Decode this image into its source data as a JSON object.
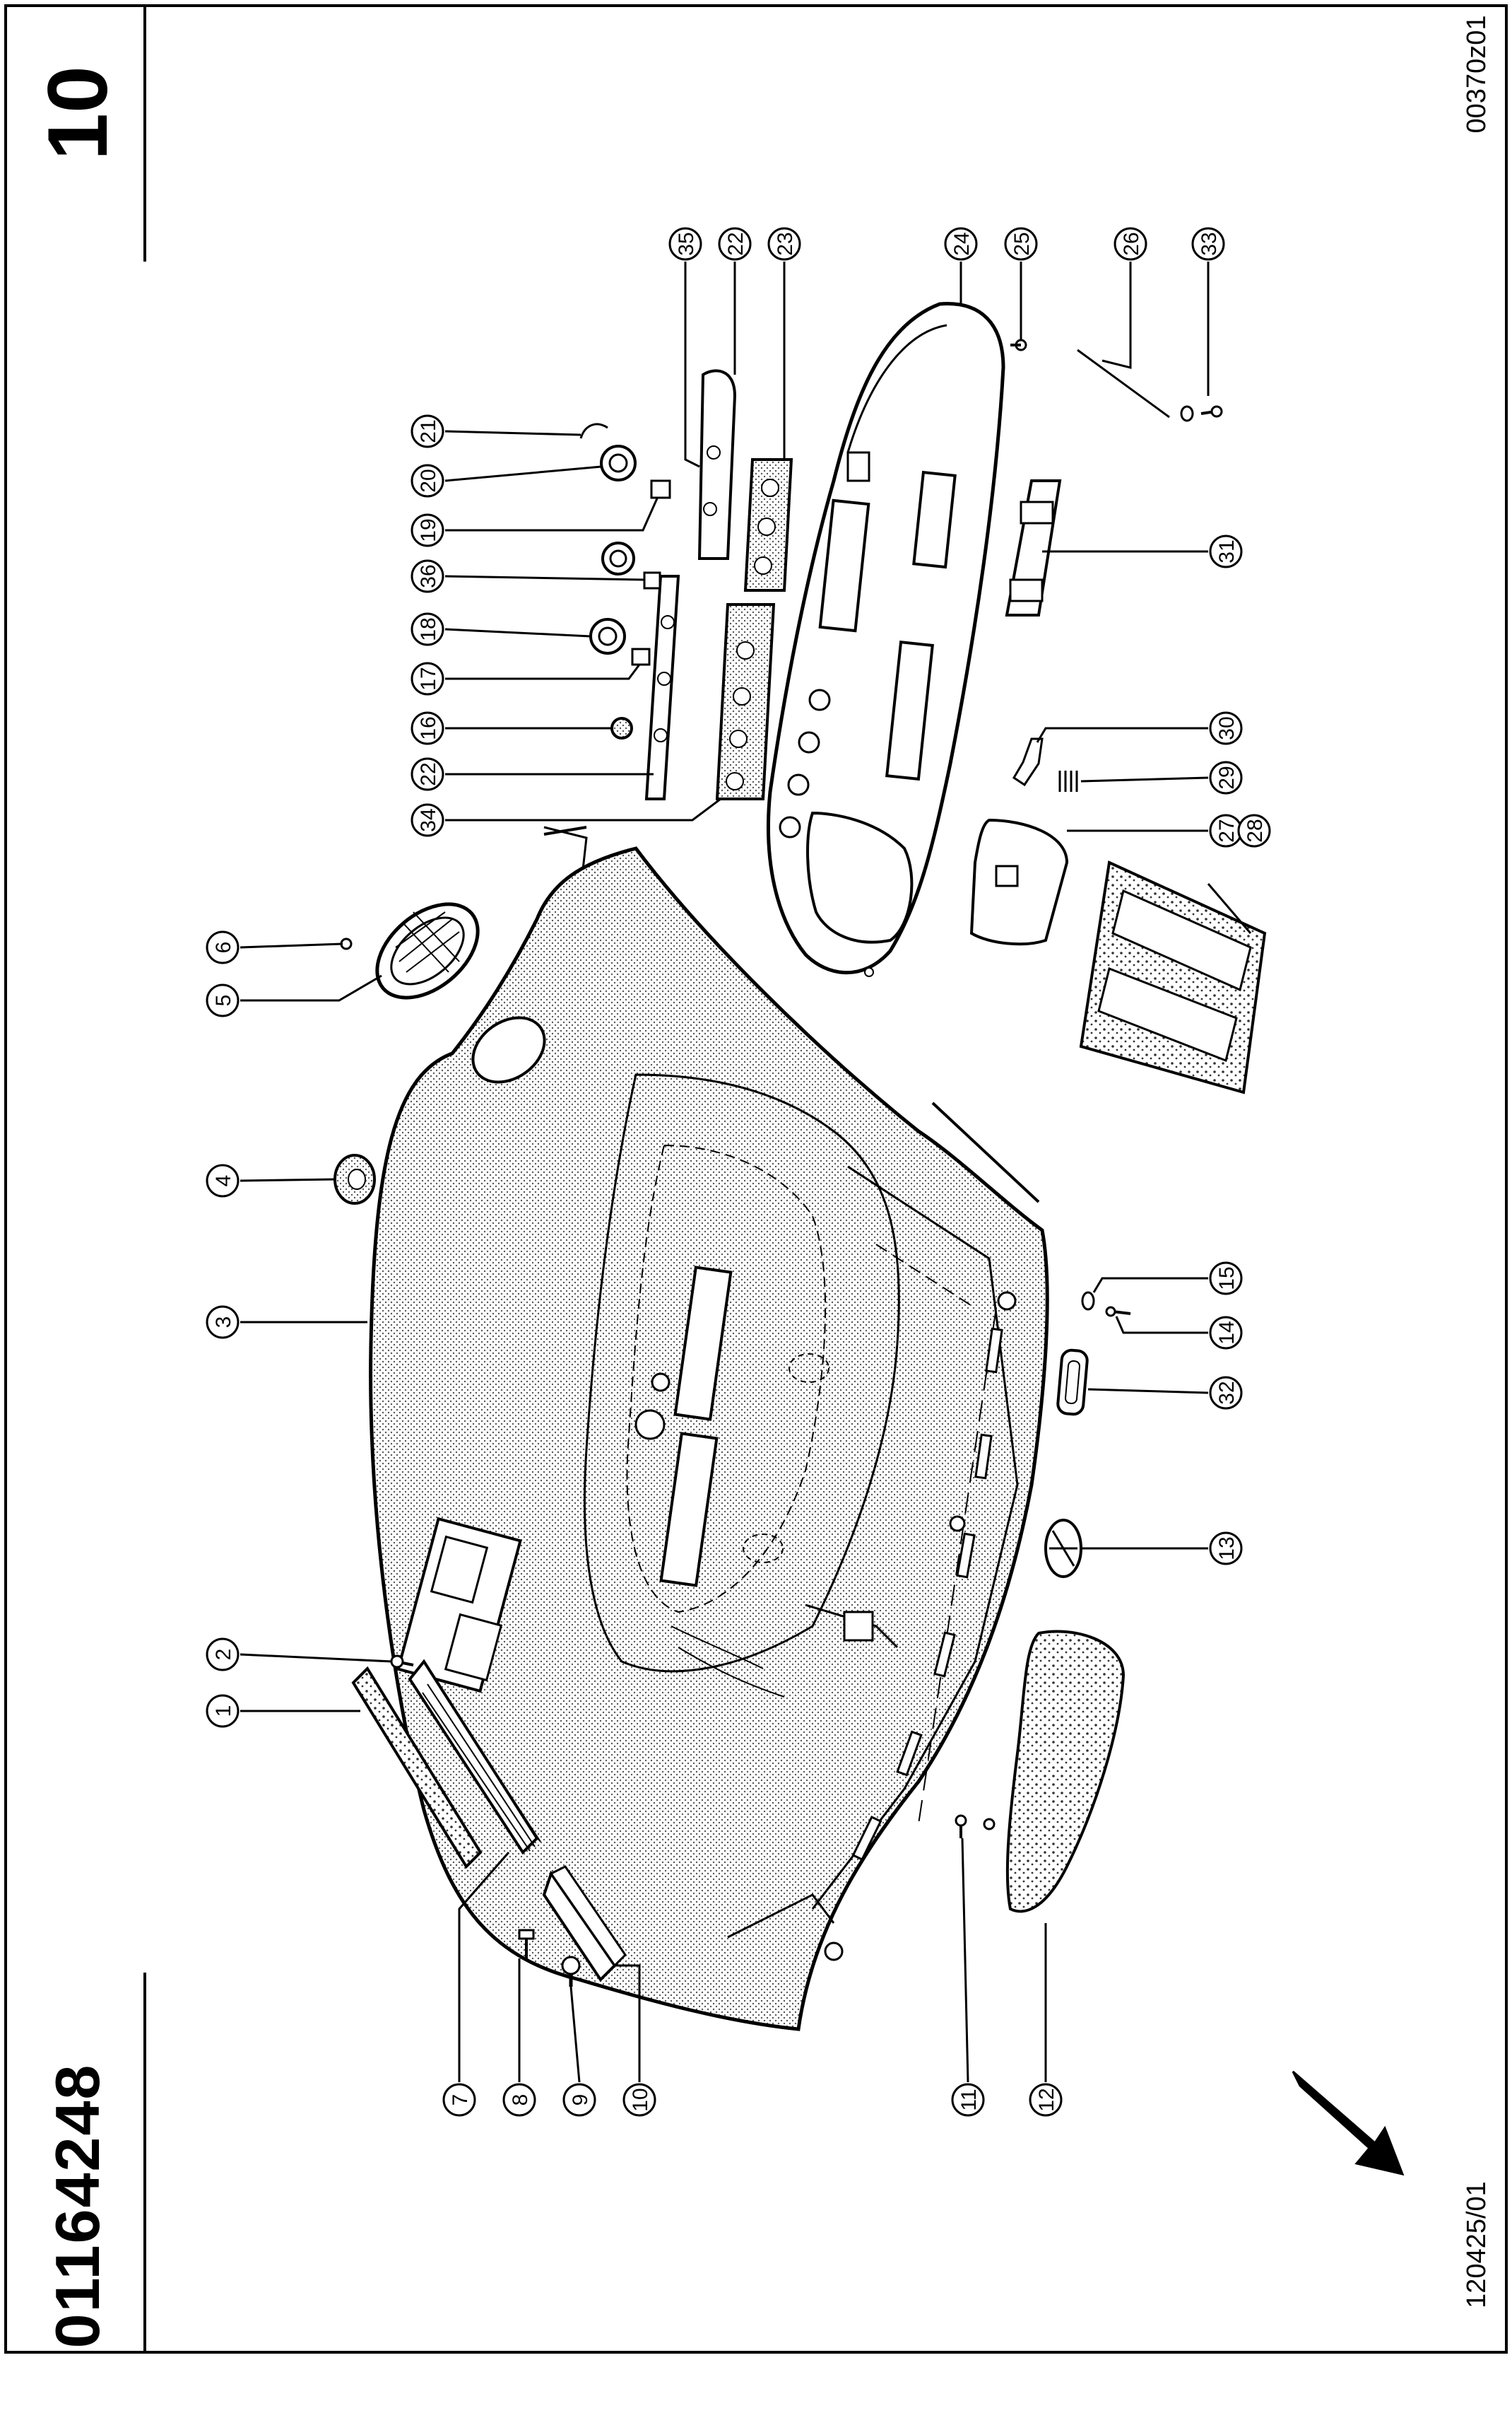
{
  "header": {
    "part_number": "01164248",
    "page_number": "10",
    "reference_code": "00370z01",
    "drawing_code": "120425/01"
  },
  "callouts": [
    "1",
    "2",
    "3",
    "4",
    "5",
    "6",
    "7",
    "8",
    "9",
    "10",
    "11",
    "12",
    "13",
    "14",
    "15",
    "16",
    "17",
    "18",
    "19",
    "20",
    "21",
    "22",
    "22",
    "23",
    "24",
    "25",
    "26",
    "27",
    "28",
    "29",
    "30",
    "31",
    "32",
    "33",
    "34",
    "35",
    "36"
  ],
  "icons": {
    "direction": "direction-arrow-icon"
  },
  "colors": {
    "ink": "#000000",
    "paper": "#ffffff",
    "shade": "#cfcfcf"
  }
}
